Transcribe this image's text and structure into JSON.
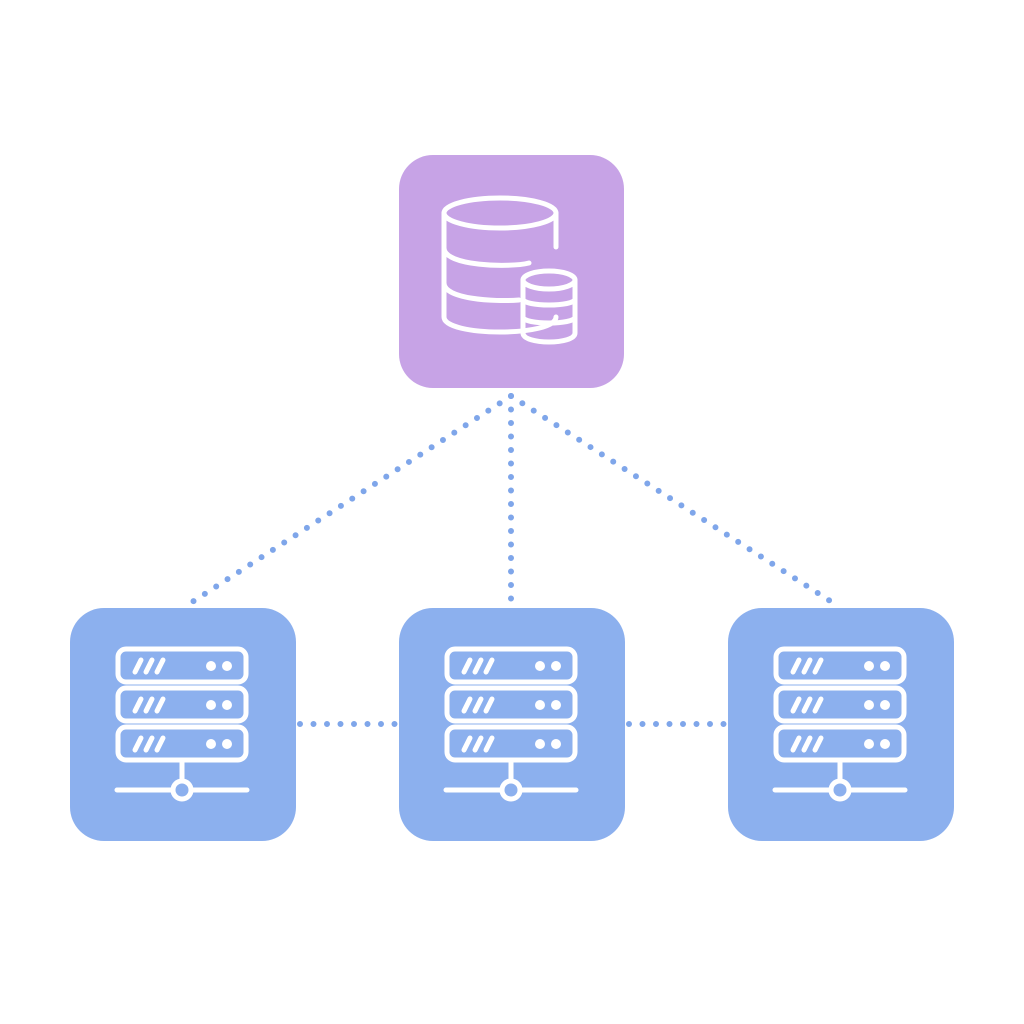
{
  "diagram": {
    "colors": {
      "database_node": "#c7a3e6",
      "server_node": "#8cb0ee",
      "connector": "#7fa6ea",
      "icon_stroke": "#ffffff",
      "background": "#ffffff"
    },
    "nodes": [
      {
        "id": "database",
        "kind": "database",
        "icon": "database-stack-icon"
      },
      {
        "id": "server-left",
        "kind": "server",
        "icon": "server-rack-icon"
      },
      {
        "id": "server-center",
        "kind": "server",
        "icon": "server-rack-icon"
      },
      {
        "id": "server-right",
        "kind": "server",
        "icon": "server-rack-icon"
      }
    ],
    "connections": [
      {
        "from": "database",
        "to": "server-left",
        "style": "dotted"
      },
      {
        "from": "database",
        "to": "server-center",
        "style": "dotted"
      },
      {
        "from": "database",
        "to": "server-right",
        "style": "dotted"
      },
      {
        "from": "server-left",
        "to": "server-center",
        "style": "dotted"
      },
      {
        "from": "server-center",
        "to": "server-right",
        "style": "dotted"
      }
    ]
  }
}
